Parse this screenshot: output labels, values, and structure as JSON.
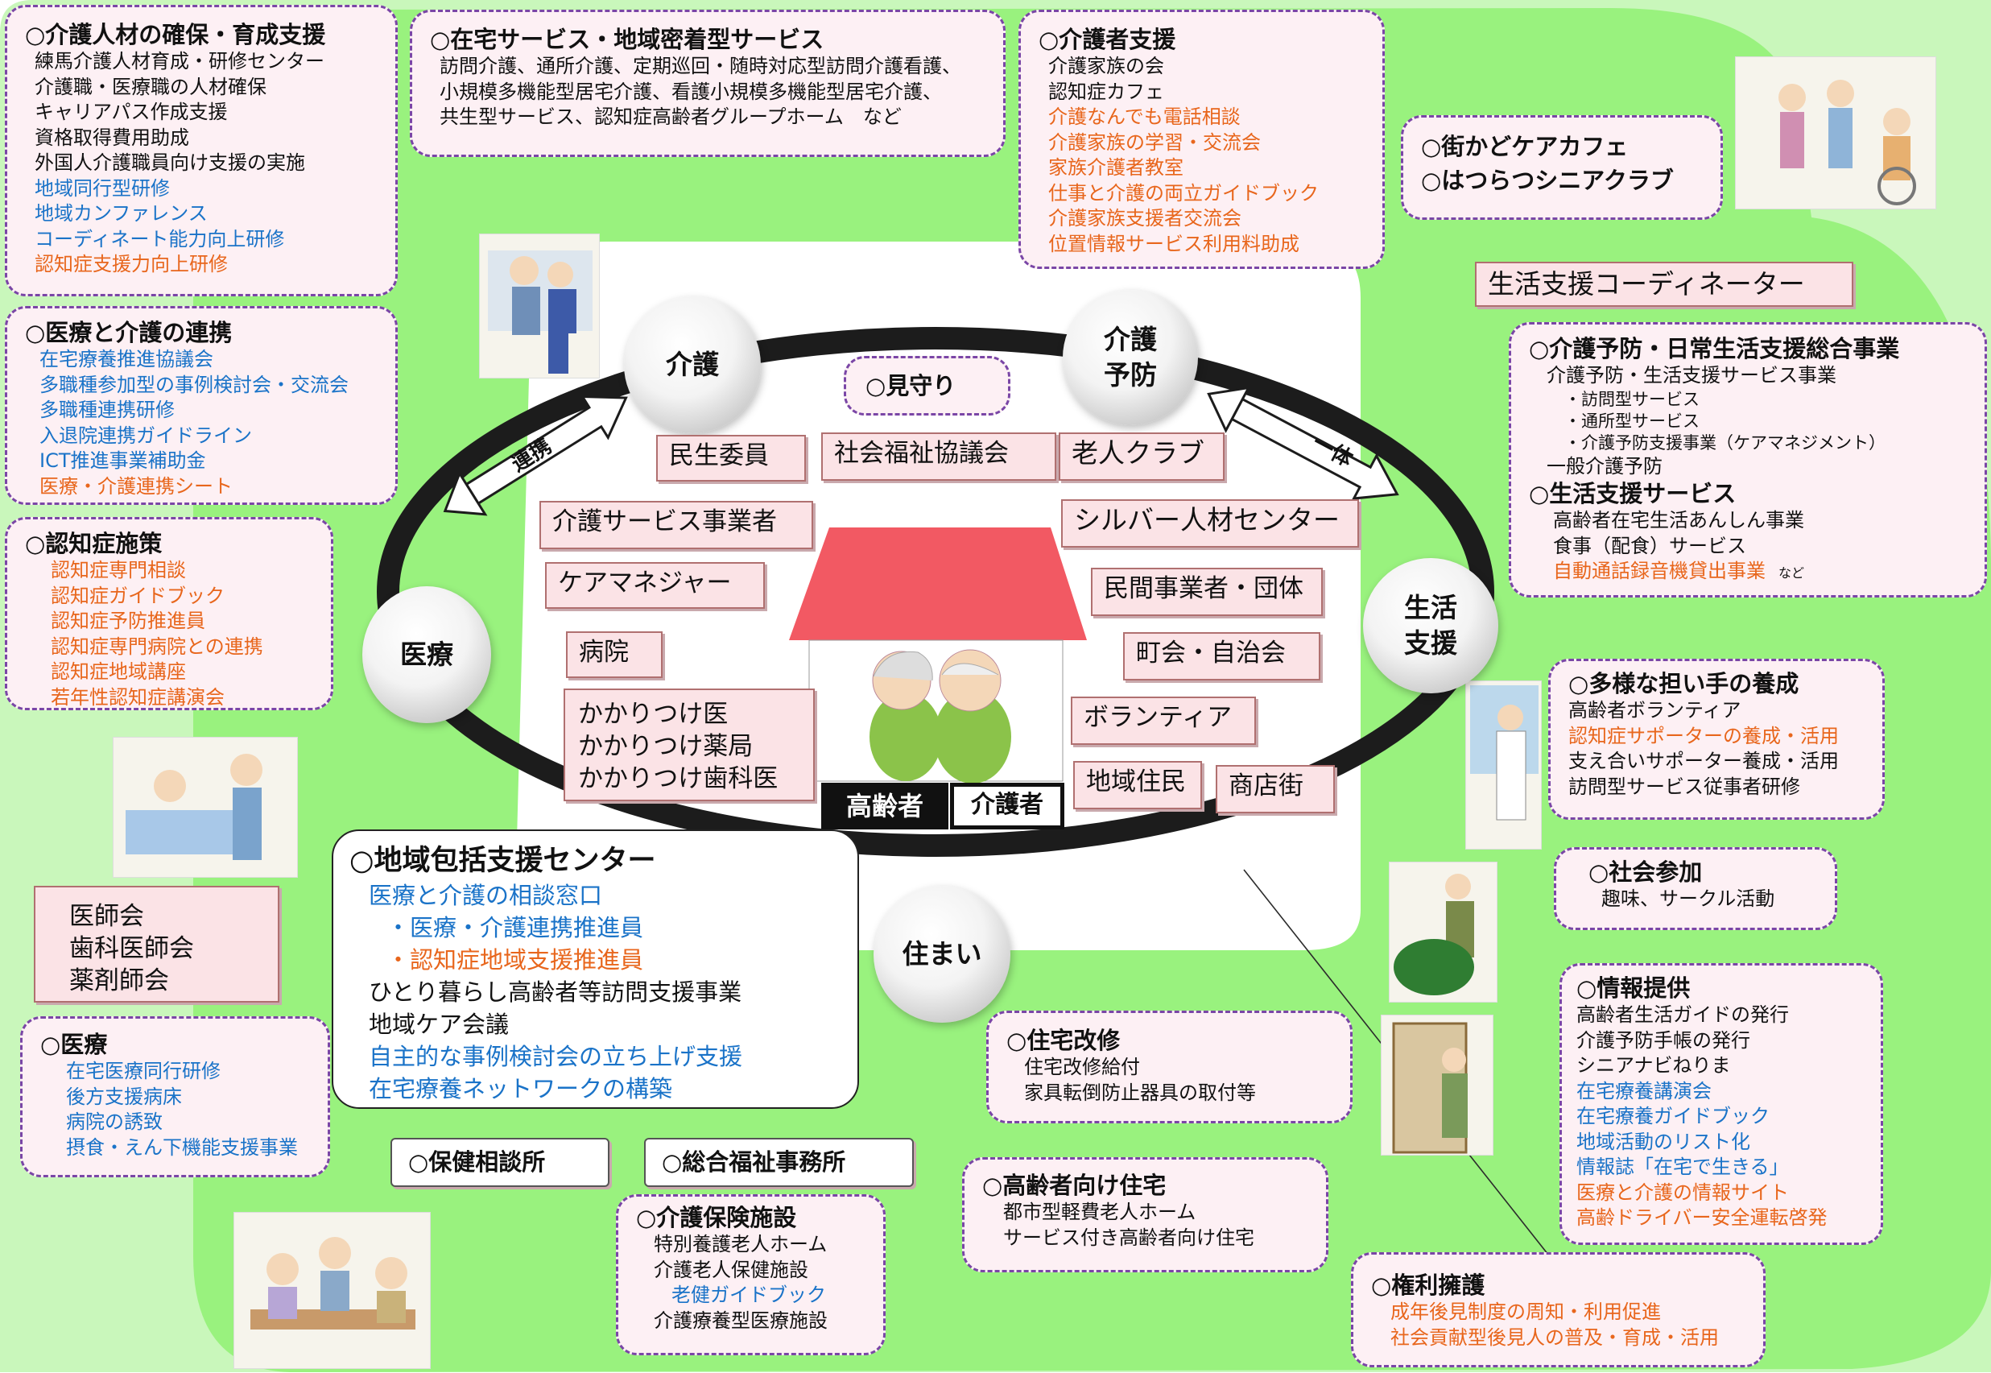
{
  "top_left": {
    "title": "○介護人材の確保・育成支援",
    "items": [
      {
        "text": "練馬介護人材育成・研修センター",
        "color": "black"
      },
      {
        "text": "介護職・医療職の人材確保",
        "color": "black"
      },
      {
        "text": "キャリアパス作成支援",
        "color": "black"
      },
      {
        "text": "資格取得費用助成",
        "color": "black"
      },
      {
        "text": "外国人介護職員向け支援の実施",
        "color": "black"
      },
      {
        "text": "地域同行型研修",
        "color": "blue"
      },
      {
        "text": "地域カンファレンス",
        "color": "blue"
      },
      {
        "text": "コーディネート能力向上研修",
        "color": "blue"
      },
      {
        "text": "認知症支援力向上研修",
        "color": "orange"
      }
    ]
  },
  "zaitaku": {
    "title": "○在宅サービス・地域密着型サービス",
    "items": [
      {
        "text": "訪問介護、通所介護、定期巡回・随時対応型訪問介護看護、",
        "color": "black"
      },
      {
        "text": "小規模多機能型居宅介護、看護小規模多機能型居宅介護、",
        "color": "black"
      },
      {
        "text": "共生型サービス、認知症高齢者グループホーム　など",
        "color": "black"
      }
    ]
  },
  "kaigosha": {
    "title": "○介護者支援",
    "items": [
      {
        "text": "介護家族の会",
        "color": "black"
      },
      {
        "text": "認知症カフェ",
        "color": "black"
      },
      {
        "text": "介護なんでも電話相談",
        "color": "orange"
      },
      {
        "text": "介護家族の学習・交流会",
        "color": "orange"
      },
      {
        "text": "家族介護者教室",
        "color": "orange"
      },
      {
        "text": "仕事と介護の両立ガイドブック",
        "color": "orange"
      },
      {
        "text": "介護家族支援者交流会",
        "color": "orange"
      },
      {
        "text": "位置情報サービス利用料助成",
        "color": "orange"
      }
    ]
  },
  "cafe": {
    "line1": "○街かどケアカフェ",
    "line2": "○はつらつシニアクラブ"
  },
  "coordinator": "生活支援コーディネーター",
  "yobo": {
    "title": "○介護予防・日常生活支援総合事業",
    "items": [
      {
        "text": "介護予防・生活支援サービス事業",
        "color": "black",
        "size": "m",
        "indent": 1
      },
      {
        "text": "・訪問型サービス",
        "color": "black",
        "size": "s",
        "indent": 2
      },
      {
        "text": "・通所型サービス",
        "color": "black",
        "size": "s",
        "indent": 2
      },
      {
        "text": "・介護予防支援事業（ケアマネジメント）",
        "color": "black",
        "size": "s",
        "indent": 2
      },
      {
        "text": "一般介護予防",
        "color": "black",
        "size": "m",
        "indent": 1
      }
    ],
    "title2": "○生活支援サービス",
    "items2": [
      {
        "text": "高齢者在宅生活あんしん事業",
        "color": "black"
      },
      {
        "text": "食事（配食）サービス",
        "color": "black"
      },
      {
        "text": "自動通話録音機貸出事業",
        "color": "orange",
        "suffix": "　など"
      }
    ]
  },
  "renkei": {
    "title": "○医療と介護の連携",
    "items": [
      {
        "text": "在宅療養推進協議会",
        "color": "blue"
      },
      {
        "text": "多職種参加型の事例検討会・交流会",
        "color": "blue"
      },
      {
        "text": "多職種連携研修",
        "color": "blue"
      },
      {
        "text": "入退院連携ガイドライン",
        "color": "blue"
      },
      {
        "text": "ICT推進事業補助金",
        "color": "blue"
      },
      {
        "text": "医療・介護連携シート",
        "color": "orange"
      }
    ]
  },
  "ninchi": {
    "title": "○認知症施策",
    "items": [
      {
        "text": "認知症専門相談",
        "color": "orange"
      },
      {
        "text": "認知症ガイドブック",
        "color": "orange"
      },
      {
        "text": "認知症予防推進員",
        "color": "orange"
      },
      {
        "text": "認知症専門病院との連携",
        "color": "orange"
      },
      {
        "text": "認知症地域講座",
        "color": "orange"
      },
      {
        "text": "若年性認知症講演会",
        "color": "orange"
      }
    ]
  },
  "ishikai": {
    "lines": [
      "医師会",
      "歯科医師会",
      "薬剤師会"
    ]
  },
  "iryo": {
    "title": "○医療",
    "items": [
      {
        "text": "在宅医療同行研修",
        "color": "blue"
      },
      {
        "text": "後方支援病床",
        "color": "blue"
      },
      {
        "text": "病院の誘致",
        "color": "blue"
      },
      {
        "text": "摂食・えん下機能支援事業",
        "color": "blue"
      }
    ]
  },
  "mimamori": "○見守り",
  "spheres": {
    "kaigo": "介護",
    "yobo": [
      "介護",
      "予防"
    ],
    "iryo": "医療",
    "seikatsu": [
      "生活",
      "支援"
    ],
    "sumai": "住まい"
  },
  "arrows": {
    "renkei": "連携",
    "ittai": "一体"
  },
  "places": {
    "minsei": "民生委員",
    "shakyo": "社会福祉協議会",
    "roujin": "老人クラブ",
    "kaigoservice": "介護サービス事業者",
    "silver": "シルバー人材センター",
    "caremane": "ケアマネジャー",
    "minkan": "民間事業者・団体",
    "byoin": "病院",
    "chokai": "町会・自治会",
    "kakaritsuke": [
      "かかりつけ医",
      "かかりつけ薬局",
      "かかりつけ歯科医"
    ],
    "volunteer": "ボランティア",
    "jumin": "地域住民",
    "shotengai": "商店街"
  },
  "house": {
    "koreisha": "高齢者",
    "kaigosha": "介護者"
  },
  "center": {
    "title": "○地域包括支援センター",
    "items": [
      {
        "text": "医療と介護の相談窓口",
        "color": "blue",
        "indent": 0
      },
      {
        "text": "・医療・介護連携推進員",
        "color": "blue",
        "indent": 1
      },
      {
        "text": "・認知症地域支援推進員",
        "color": "orange",
        "indent": 1
      },
      {
        "text": "ひとり暮らし高齢者等訪問支援事業",
        "color": "black",
        "indent": 0
      },
      {
        "text": "地域ケア会議",
        "color": "black",
        "indent": 0
      },
      {
        "text": "自主的な事例検討会の立ち上げ支援",
        "color": "blue",
        "indent": 0
      },
      {
        "text": "在宅療養ネットワークの構築",
        "color": "blue",
        "indent": 0
      }
    ]
  },
  "ninaite": {
    "title": "○多様な担い手の養成",
    "items": [
      {
        "text": "高齢者ボランティア",
        "color": "black"
      },
      {
        "text": "認知症サポーターの養成・活用",
        "color": "orange"
      },
      {
        "text": "支え合いサポーター養成・活用",
        "color": "black"
      },
      {
        "text": "訪問型サービス従事者研修",
        "color": "black"
      }
    ]
  },
  "shakai": {
    "title": "○社会参加",
    "items": [
      {
        "text": "趣味、サークル活動",
        "color": "black"
      }
    ]
  },
  "joho": {
    "title": "○情報提供",
    "items": [
      {
        "text": "高齢者生活ガイドの発行",
        "color": "black"
      },
      {
        "text": "介護予防手帳の発行",
        "color": "black"
      },
      {
        "text": "シニアナビねりま",
        "color": "black"
      },
      {
        "text": "在宅療養講演会",
        "color": "blue"
      },
      {
        "text": "在宅療養ガイドブック",
        "color": "blue"
      },
      {
        "text": "地域活動のリスト化",
        "color": "blue"
      },
      {
        "text": "情報誌「在宅で生きる」",
        "color": "blue"
      },
      {
        "text": "医療と介護の情報サイト",
        "color": "orange"
      },
      {
        "text": "高齢ドライバー安全運転啓発",
        "color": "orange"
      }
    ]
  },
  "jutaku": {
    "title": "○住宅改修",
    "items": [
      {
        "text": "住宅改修給付",
        "color": "black"
      },
      {
        "text": "家具転倒防止器具の取付等",
        "color": "black"
      }
    ]
  },
  "koureisha_jutaku": {
    "title": "○高齢者向け住宅",
    "items": [
      {
        "text": "都市型軽費老人ホーム",
        "color": "black"
      },
      {
        "text": "サービス付き高齢者向け住宅",
        "color": "black"
      }
    ]
  },
  "hoken": "○保健相談所",
  "sogo": "○総合福祉事務所",
  "shisetsu": {
    "title": "○介護保険施設",
    "items": [
      {
        "text": "特別養護老人ホーム",
        "color": "black",
        "indent": 0
      },
      {
        "text": "介護老人保健施設",
        "color": "black",
        "indent": 0
      },
      {
        "text": "老健ガイドブック",
        "color": "blue",
        "indent": 1
      },
      {
        "text": "介護療養型医療施設",
        "color": "black",
        "indent": 0
      }
    ]
  },
  "kenri": {
    "title": "○権利擁護",
    "items": [
      {
        "text": "成年後見制度の周知・利用促進",
        "color": "orange"
      },
      {
        "text": "社会貢献型後見人の普及・育成・活用",
        "color": "orange"
      }
    ]
  },
  "colors": {
    "green": "#99f27e",
    "light_green": "#c7f7b9",
    "roof": "#f25963",
    "ring": "#1c1c1c",
    "blue": "#1a73c8",
    "orange": "#e8661c",
    "box_border": "#7a46a6"
  }
}
